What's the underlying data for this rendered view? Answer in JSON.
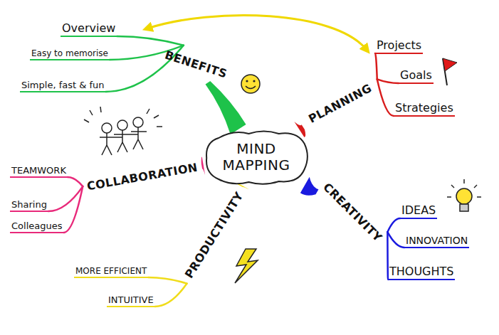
{
  "diagram": {
    "nodes": [
      {
        "text": [
          "MIND MAPPING"
        ]
      },
      {
        "text": [
          "BENEFITS"
        ]
      },
      {
        "text": [
          "PLANNING"
        ]
      },
      {
        "text": [
          "COLLABORATION"
        ]
      },
      {
        "text": [
          "CREATIVITY"
        ]
      },
      {
        "text": [
          "PRODUCTIVITY"
        ]
      }
    ],
    "edges": [
      {
        "from": 0,
        "to": 1,
        "arrow": "none"
      },
      {
        "from": 0,
        "to": 2,
        "arrow": "none"
      },
      {
        "from": 0,
        "to": 3,
        "arrow": "none"
      },
      {
        "from": 0,
        "to": 4,
        "arrow": "none"
      },
      {
        "from": 0,
        "to": 5,
        "arrow": "none"
      }
    ],
    "labels": [
      "Overview",
      "Easy to memorise",
      "Simple, fast & fun",
      "Projects",
      "Goals",
      "Strategies",
      "TEAMWORK",
      "Sharing",
      "Colleagues",
      "IDEAS",
      "INNOVATION",
      "THOUGHTS",
      "MORE EFFICIENT",
      "INTUITIVE"
    ]
  }
}
